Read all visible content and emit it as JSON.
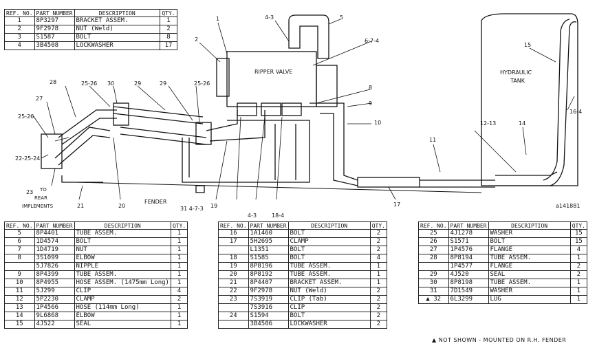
{
  "headers": {
    "ref_no": "REF. NO.",
    "part_number": "PART NUMBER",
    "description": "DESCRIPTION",
    "qty": "QTY."
  },
  "top_table": [
    {
      "ref": "1",
      "part": "8P3297",
      "desc": "BRACKET ASSEM.",
      "qty": "1"
    },
    {
      "ref": "2",
      "part": "9F2978",
      "desc": "NUT (Weld)",
      "qty": "2"
    },
    {
      "ref": "3",
      "part": "S1587",
      "desc": "BOLT",
      "qty": "8"
    },
    {
      "ref": "4",
      "part": "3B4508",
      "desc": "LOCKWASHER",
      "qty": "17"
    }
  ],
  "table_left": [
    {
      "ref": "5",
      "part": "8P4401",
      "desc": "TUBE ASSEM.",
      "qty": "1"
    },
    {
      "ref": "6",
      "part": "1D4574",
      "desc": "BOLT",
      "qty": "1"
    },
    {
      "ref": "7",
      "part": "1D4719",
      "desc": "NUT",
      "qty": "1"
    },
    {
      "ref": "8",
      "part": "3S1099",
      "desc": "ELBOW",
      "qty": "1"
    },
    {
      "ref": "",
      "part": "5J7826",
      "desc": "NIPPLE",
      "qty": "1"
    },
    {
      "ref": "9",
      "part": "8P4399",
      "desc": "TUBE ASSEM.",
      "qty": "1"
    },
    {
      "ref": "10",
      "part": "8P4955",
      "desc": "HOSE ASSEM. (1475mm Long)",
      "qty": "1"
    },
    {
      "ref": "11",
      "part": "5J299",
      "desc": "CLIP",
      "qty": "4"
    },
    {
      "ref": "12",
      "part": "5P2230",
      "desc": "CLAMP",
      "qty": "2"
    },
    {
      "ref": "13",
      "part": "1P4566",
      "desc": "HOSE (114mm Long)",
      "qty": "1"
    },
    {
      "ref": "14",
      "part": "9L6868",
      "desc": "ELBOW",
      "qty": "1"
    },
    {
      "ref": "15",
      "part": "4J522",
      "desc": "SEAL",
      "qty": "1"
    }
  ],
  "table_mid": [
    {
      "ref": "16",
      "part": "1A1460",
      "desc": "BOLT",
      "qty": "2"
    },
    {
      "ref": "17",
      "part": "5H2695",
      "desc": "CLAMP",
      "qty": "2"
    },
    {
      "ref": "",
      "part": "L1351",
      "desc": "BOLT",
      "qty": "2"
    },
    {
      "ref": "18",
      "part": "S1585",
      "desc": "BOLT",
      "qty": "4"
    },
    {
      "ref": "19",
      "part": "8P8196",
      "desc": "TUBE ASSEM.",
      "qty": "1"
    },
    {
      "ref": "20",
      "part": "8P8192",
      "desc": "TUBE ASSEM.",
      "qty": "1"
    },
    {
      "ref": "21",
      "part": "8P4407",
      "desc": "BRACKET ASSEM.",
      "qty": "1"
    },
    {
      "ref": "22",
      "part": "9F2978",
      "desc": "NUT (Weld)",
      "qty": "2"
    },
    {
      "ref": "23",
      "part": "7S3919",
      "desc": "CLIP (Tab)",
      "qty": "2"
    },
    {
      "ref": "",
      "part": "7S3916",
      "desc": "CLIP",
      "qty": "2"
    },
    {
      "ref": "24",
      "part": "S1594",
      "desc": "BOLT",
      "qty": "2"
    },
    {
      "ref": "",
      "part": "3B4506",
      "desc": "LOCKWASHER",
      "qty": "2"
    }
  ],
  "table_right": [
    {
      "ref": "25",
      "part": "4J1278",
      "desc": "WASHER",
      "qty": "15"
    },
    {
      "ref": "26",
      "part": "S1571",
      "desc": "BOLT",
      "qty": "15"
    },
    {
      "ref": "27",
      "part": "1P4576",
      "desc": "FLANGE",
      "qty": "4"
    },
    {
      "ref": "28",
      "part": "8P8194",
      "desc": "TUBE ASSEM.",
      "qty": "1"
    },
    {
      "ref": "",
      "part": "1P4577",
      "desc": "FLANGE",
      "qty": "2"
    },
    {
      "ref": "29",
      "part": "4J520",
      "desc": "SEAL",
      "qty": "2"
    },
    {
      "ref": "30",
      "part": "8P8198",
      "desc": "TUBE ASSEM.",
      "qty": "1"
    },
    {
      "ref": "31",
      "part": "7D1549",
      "desc": "WASHER",
      "qty": "1"
    },
    {
      "ref": "▲ 32",
      "part": "6L3299",
      "desc": "LUG",
      "qty": "1"
    }
  ],
  "footnote": "▲ NOT SHOWN - MOUNTED ON R.H. FENDER",
  "figure_id": "a141881",
  "diagram_labels": {
    "ripper_valve": "RIPPER VALVE",
    "hydraulic_tank": "HYDRAULIC TANK",
    "fender": "FENDER",
    "to_rear": "TO REAR IMPLEMENTS",
    "callouts": [
      "1",
      "2",
      "4-3",
      "5",
      "6-7-4",
      "8",
      "9",
      "10",
      "11",
      "12-13",
      "14",
      "15",
      "16-4",
      "17",
      "18-4",
      "4-3",
      "19",
      "20",
      "21",
      "22-25-24",
      "23",
      "25-26",
      "27",
      "28",
      "25-26",
      "29",
      "30",
      "25-26",
      "29",
      "31 4-7-3"
    ]
  }
}
